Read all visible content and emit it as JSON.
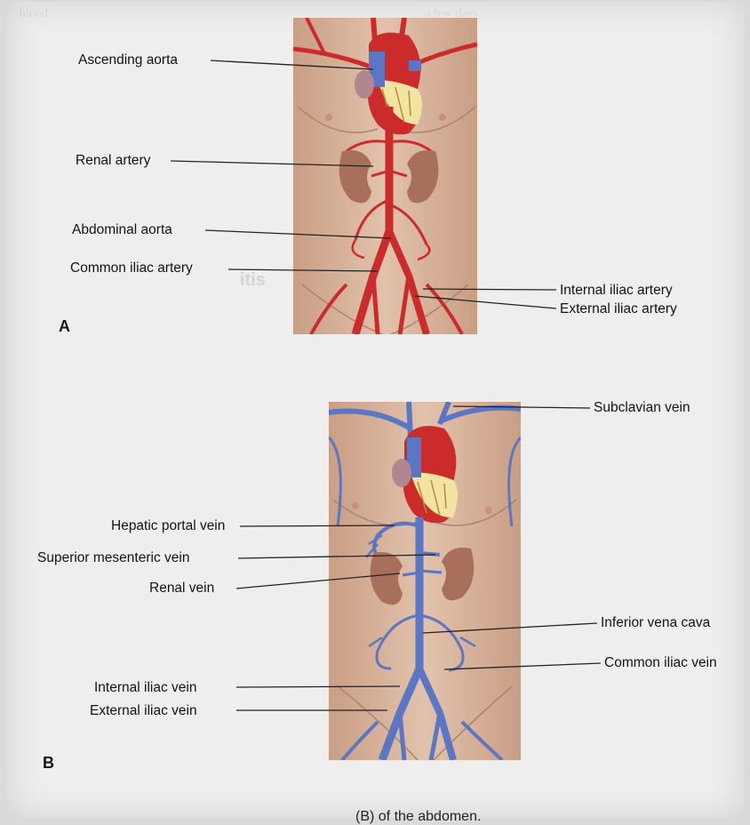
{
  "panel_a": {
    "letter": "A",
    "labels": {
      "ascending_aorta": "Ascending aorta",
      "renal_artery": "Renal artery",
      "abdominal_aorta": "Abdominal aorta",
      "common_iliac_artery": "Common iliac artery",
      "internal_iliac_artery": "Internal iliac artery",
      "external_iliac_artery": "External iliac artery"
    }
  },
  "panel_b": {
    "letter": "B",
    "labels": {
      "subclavian_vein": "Subclavian vein",
      "hepatic_portal_vein": "Hepatic portal vein",
      "superior_mesenteric_vein": "Superior mesenteric vein",
      "renal_vein": "Renal vein",
      "inferior_vena_cava": "Inferior vena cava",
      "common_iliac_vein": "Common iliac vein",
      "internal_iliac_vein": "Internal iliac vein",
      "external_iliac_vein": "External iliac vein"
    }
  },
  "caption_fragment": "(B) of the abdomen.",
  "colors": {
    "artery": "#cc2b2b",
    "vein": "#5b76c4",
    "skin": "#d8b39a",
    "kidney": "#a8705a",
    "heart_fat": "#f1e3a0"
  }
}
